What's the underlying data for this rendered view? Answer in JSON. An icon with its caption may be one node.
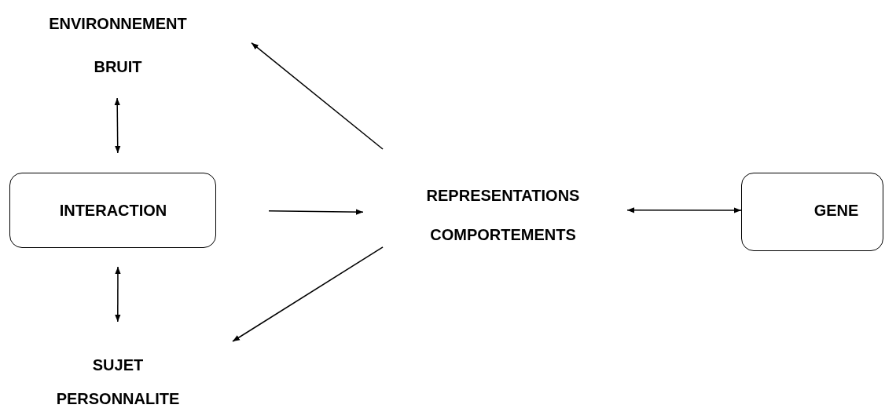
{
  "diagram": {
    "nodes": [
      {
        "text": [
          "ENVIRONNEMENT",
          "BRUIT"
        ]
      },
      {
        "text": [
          "INTERACTION"
        ]
      },
      {
        "text": [
          "SUJET",
          "PERSONNALITE"
        ]
      },
      {
        "text": [
          "REPRESENTATIONS",
          "COMPORTEMENTS"
        ]
      },
      {
        "text": [
          "GENE"
        ]
      }
    ],
    "edges": [
      {
        "from": 0,
        "to": 1,
        "arrow": "both"
      },
      {
        "from": 1,
        "to": 2,
        "arrow": "both"
      },
      {
        "from": 1,
        "to": 3,
        "arrow": "to"
      },
      {
        "from": 3,
        "to": 0,
        "arrow": "to"
      },
      {
        "from": 3,
        "to": 2,
        "arrow": "to"
      },
      {
        "from": 3,
        "to": 4,
        "arrow": "both"
      }
    ]
  }
}
